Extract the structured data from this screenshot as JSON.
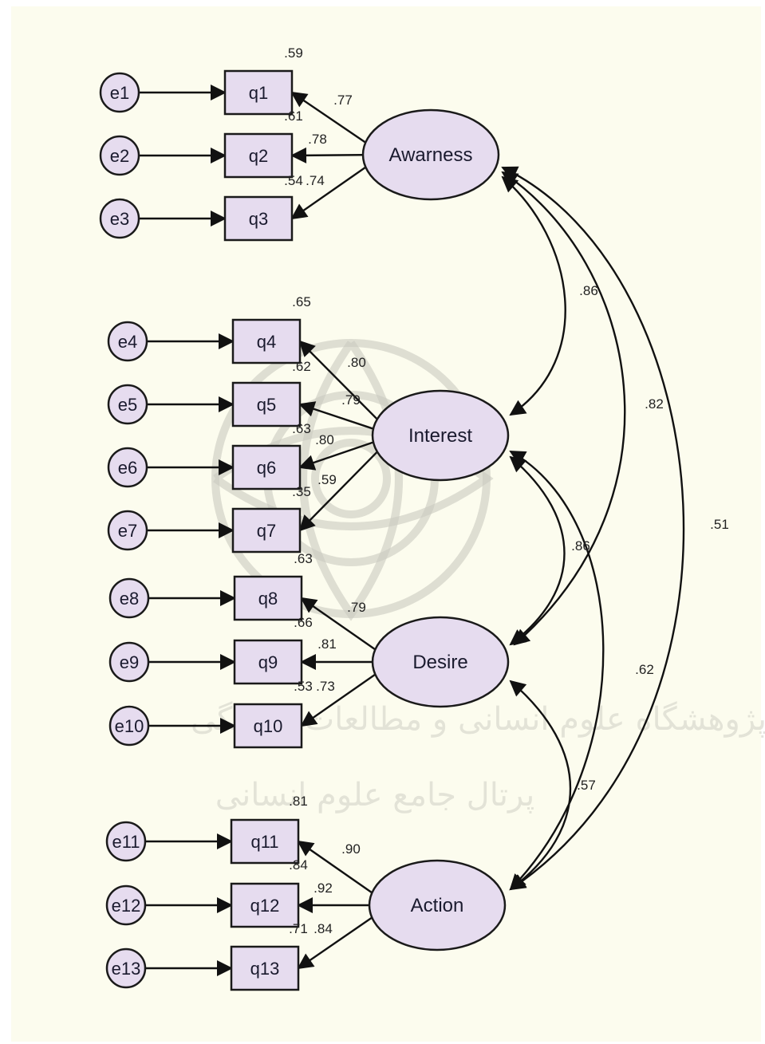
{
  "errors": [
    "e1",
    "e2",
    "e3",
    "e4",
    "e5",
    "e6",
    "e7",
    "e8",
    "e9",
    "e10",
    "e11",
    "e12",
    "e13"
  ],
  "items": [
    "q1",
    "q2",
    "q3",
    "q4",
    "q5",
    "q6",
    "q7",
    "q8",
    "q9",
    "q10",
    "q11",
    "q12",
    "q13"
  ],
  "latents": {
    "awareness": "Awarness",
    "interest": "Interest",
    "desire": "Desire",
    "action": "Action"
  },
  "r_squared": [
    ".59",
    ".61",
    ".54",
    ".65",
    ".62",
    ".63",
    ".35",
    ".63",
    ".66",
    ".53",
    ".81",
    ".84",
    ".71"
  ],
  "loadings": [
    ".77",
    ".78",
    ".74",
    ".80",
    ".79",
    ".80",
    ".59",
    ".79",
    ".81",
    ".73",
    ".90",
    ".92",
    ".84"
  ],
  "correlations": {
    "awareness_interest": ".86",
    "awareness_desire": ".82",
    "awareness_action": ".51",
    "interest_desire": ".86",
    "interest_action": ".62",
    "desire_action": ".57"
  },
  "watermark": {
    "line1": "پژوهشگاه علوم انسانی و مطالعات فرهنگی",
    "line2": "پرتال جامع علوم انسانی"
  }
}
